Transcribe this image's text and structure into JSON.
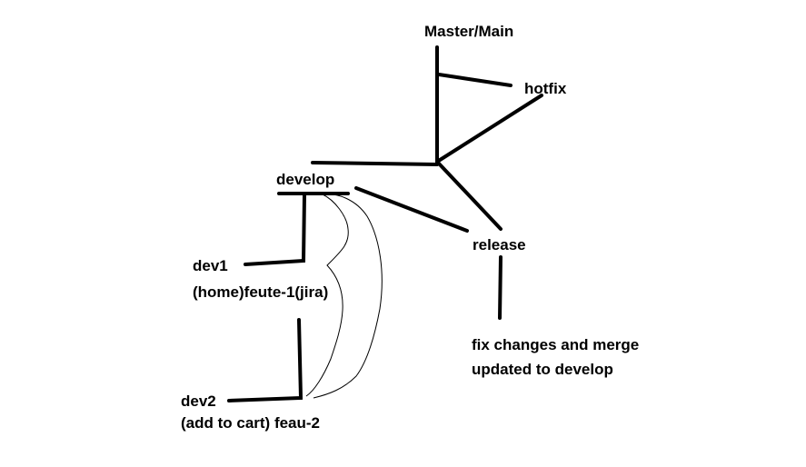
{
  "labels": {
    "master": "Master/Main",
    "hotfix": "hotfix",
    "develop": "develop",
    "release": "release",
    "dev1": "dev1",
    "dev1_feature": "(home)feute-1(jira)",
    "dev2": "dev2",
    "dev2_feature": "(add to cart) feau-2",
    "release_note_line1": "fix changes and merge",
    "release_note_line2": "updated to develop"
  },
  "colors": {
    "background": "#ffffff",
    "ink": "#000000"
  }
}
